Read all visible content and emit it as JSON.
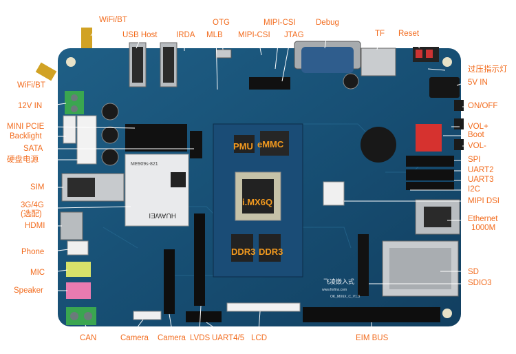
{
  "callouts": {
    "wifi_bt_top": "WiFi/BT",
    "usb_host": "USB Host",
    "irda": "IRDA",
    "otg": "OTG",
    "mlb": "MLB",
    "mipi_csi_1": "MIPI-CSI",
    "mipi_csi_2": "MIPI-CSI",
    "jtag": "JTAG",
    "debug": "Debug",
    "tf": "TF",
    "reset": "Reset",
    "overvoltage_led": "过压指示灯",
    "v5_in": "5V IN",
    "on_off": "ON/OFF",
    "vol_plus": "VOL+",
    "boot": "Boot",
    "vol_minus": "VOL-",
    "spi": "SPI",
    "uart2": "UART2",
    "uart3": "UART3",
    "i2c": "I2C",
    "mipi_dsi": "MIPI DSI",
    "ethernet": "Ethernet",
    "ethernet_speed": "1000M",
    "sd": "SD",
    "sdio3": "SDIO3",
    "eim_bus": "EIM BUS",
    "lcd": "LCD",
    "uart45": "UART4/5",
    "lvds": "LVDS",
    "camera_right": "Camera",
    "camera_left": "Camera",
    "can": "CAN",
    "speaker": "Speaker",
    "mic": "MIC",
    "phone": "Phone",
    "hdmi": "HDMI",
    "g34_line1": "3G/4G",
    "g34_line2": "(选配)",
    "sim": "SIM",
    "hard_disk_power": "硬盘电源",
    "sata": "SATA",
    "backlight": "Backlight",
    "mini_pcie": "MINI PCIE",
    "v12_in": "12V IN",
    "wifi_bt_left": "WiFi/BT"
  },
  "chips": {
    "pmu": "PMU",
    "emmc": "eMMC",
    "soc": "i.MX6Q",
    "ddr3_a": "DDR3",
    "ddr3_b": "DDR3"
  },
  "module_print": {
    "brand": "HUAWEI",
    "model": "ME909s-821"
  },
  "silkscreen": {
    "logo": "飞凌嵌入式",
    "site": "www.forlinx.com",
    "board_id": "OK_MX6X_C_V1.3"
  }
}
